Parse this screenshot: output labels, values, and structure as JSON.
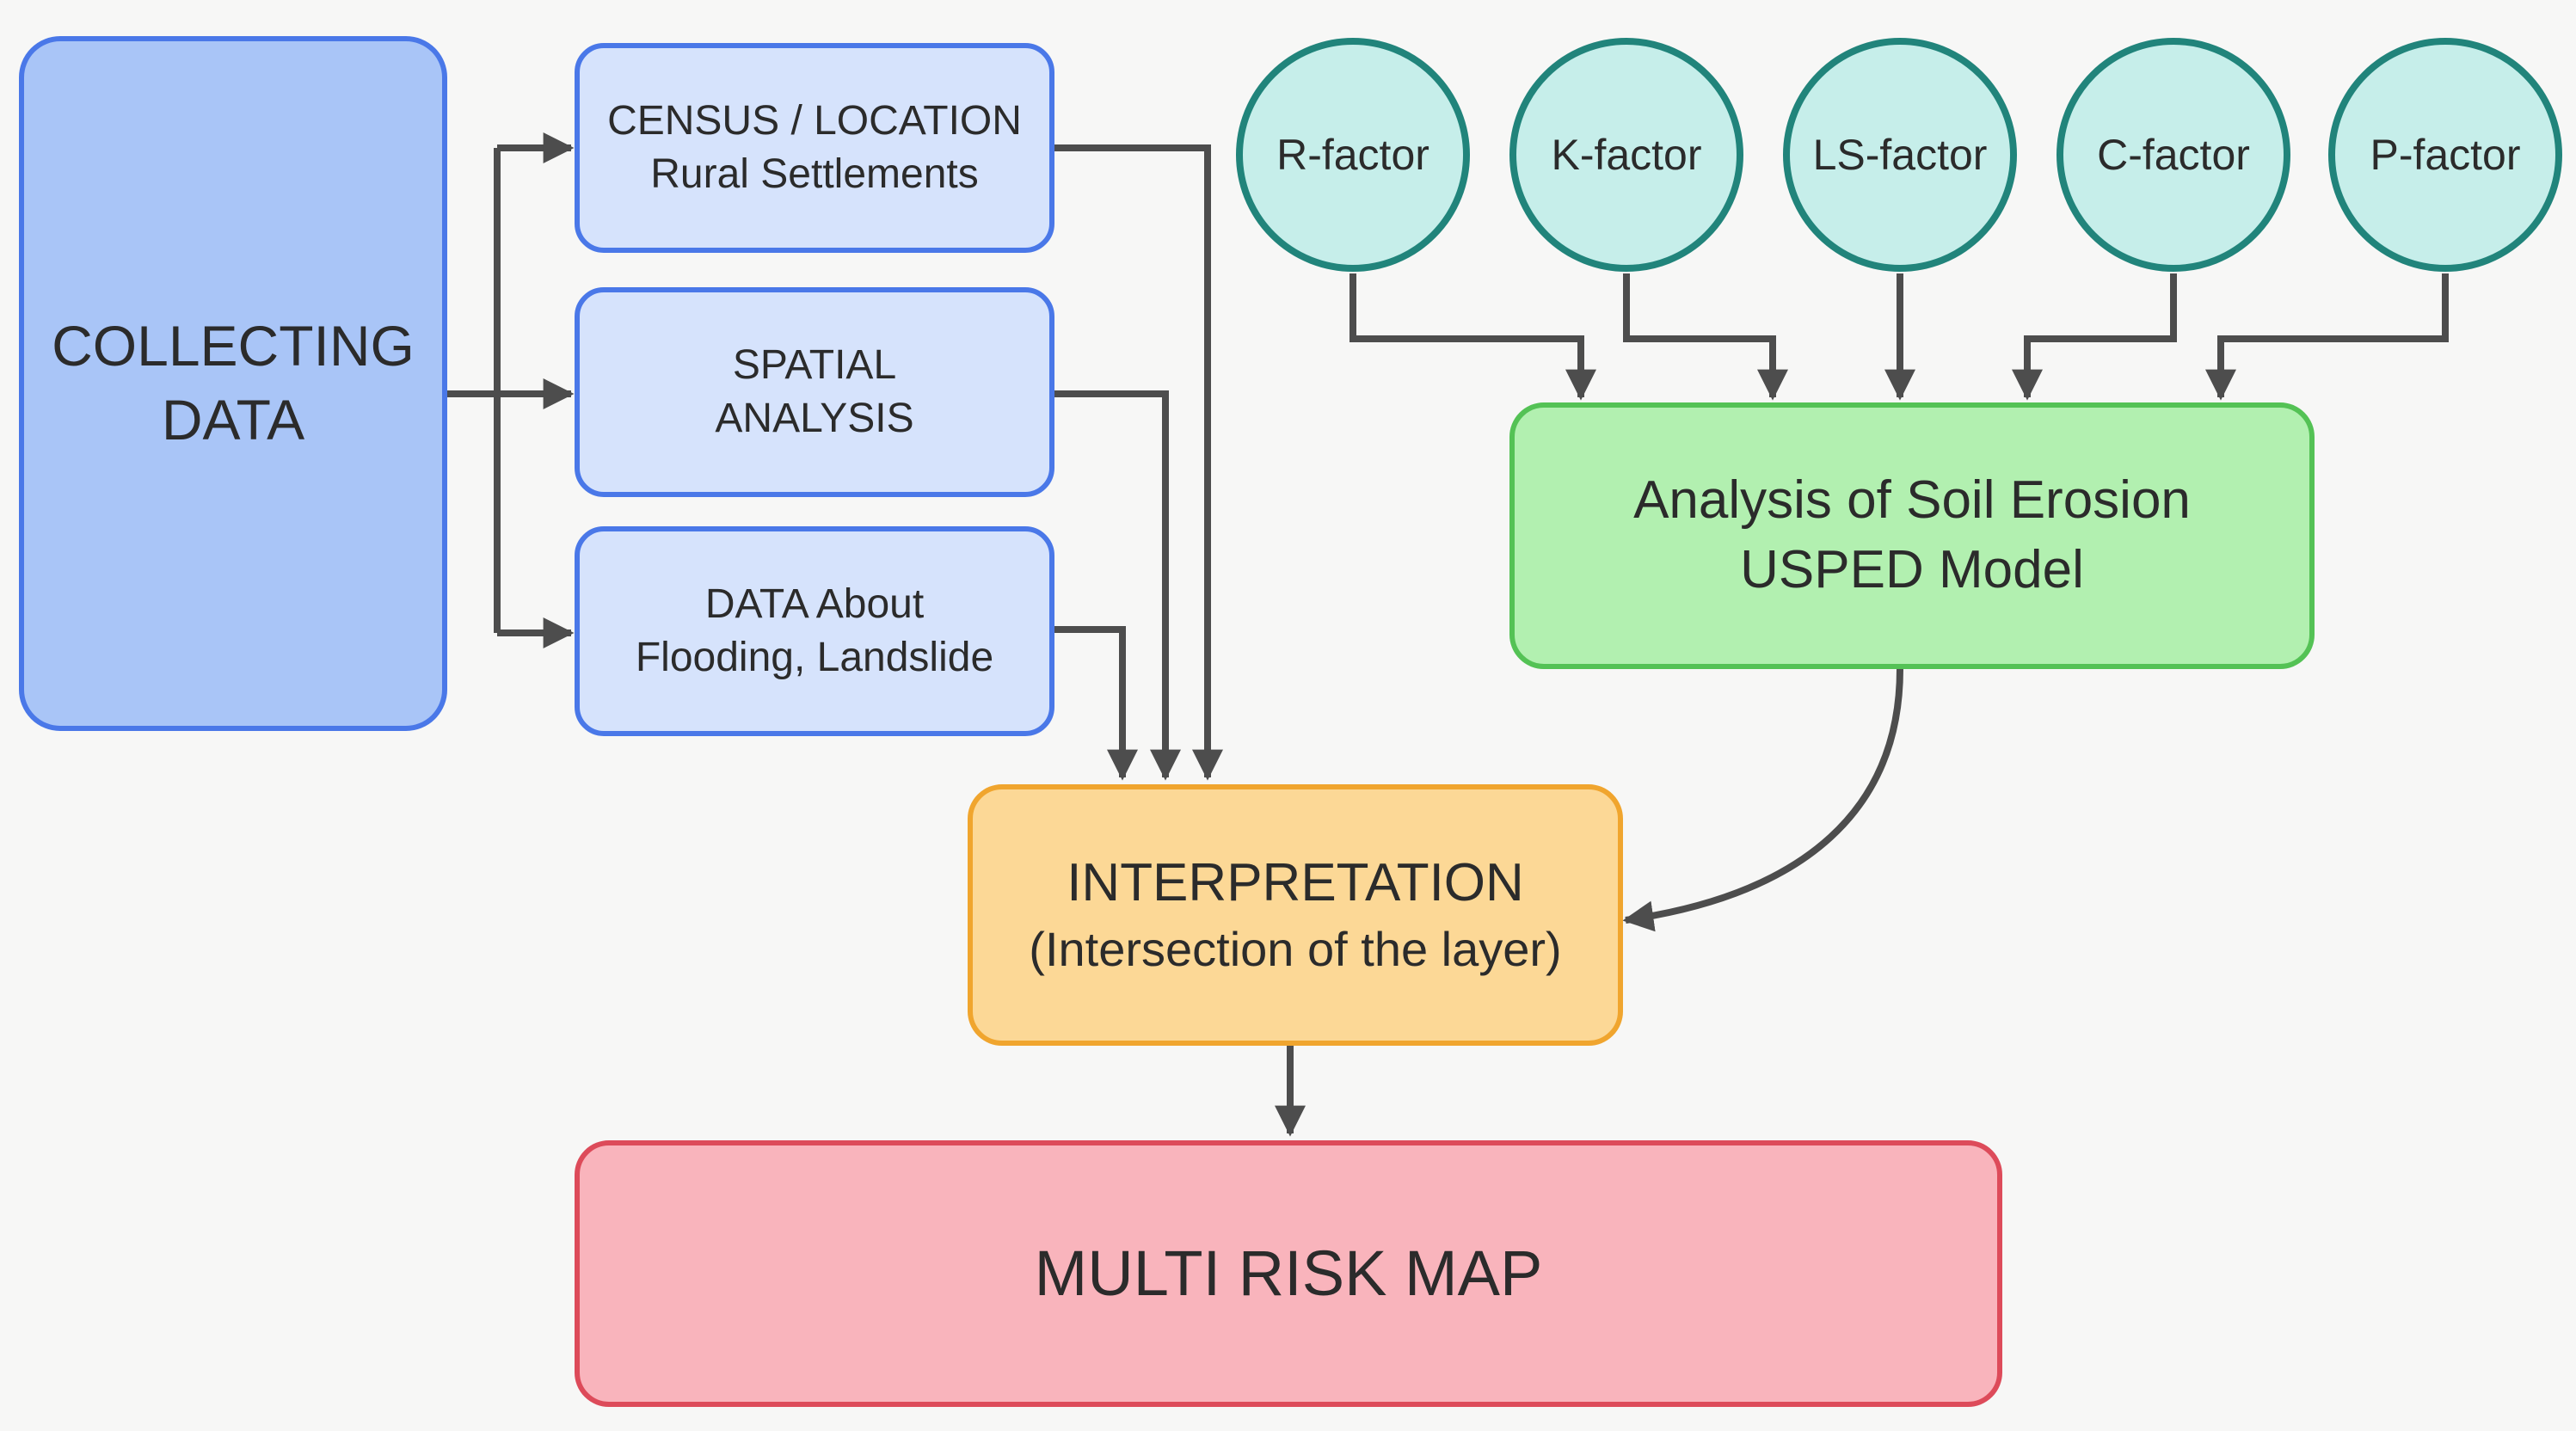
{
  "nodes": {
    "collecting": {
      "line1": "COLLECTING",
      "line2": "DATA"
    },
    "census": {
      "line1": "CENSUS / LOCATION",
      "line2": "Rural Settlements"
    },
    "spatial": {
      "line1": "SPATIAL",
      "line2": "ANALYSIS"
    },
    "hazard": {
      "line1": "DATA About",
      "line2": "Flooding, Landslide"
    },
    "factors": [
      {
        "label": "R-factor"
      },
      {
        "label": "K-factor"
      },
      {
        "label": "LS-factor"
      },
      {
        "label": "C-factor"
      },
      {
        "label": "P-factor"
      }
    ],
    "erosion": {
      "line1": "Analysis of Soil Erosion",
      "line2": "USPED Model"
    },
    "interpretation": {
      "line1": "INTERPRETATION",
      "line2": "(Intersection of the layer)"
    },
    "risk_map": {
      "label": "MULTI RISK MAP"
    }
  },
  "colors": {
    "connector": "#4d4d4d",
    "blue_fill": "#a9c5f7",
    "blue_border": "#4a78e8",
    "green_fill": "#b2f0b0",
    "green_border": "#54c255",
    "orange_fill": "#fcd896",
    "orange_border": "#f0a52e",
    "red_fill": "#f9b4bc",
    "red_border": "#dd4b5a",
    "teal_fill": "#c6eeea",
    "teal_border": "#21847b"
  }
}
